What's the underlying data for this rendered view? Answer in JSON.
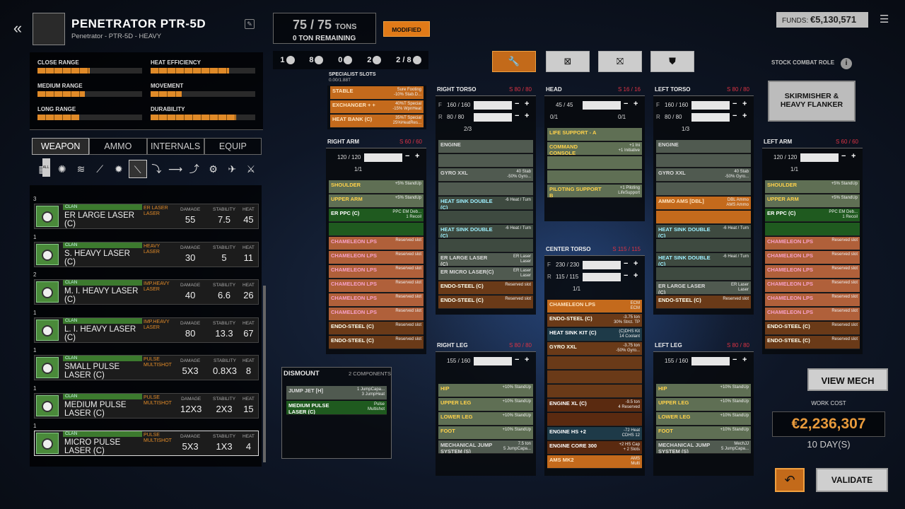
{
  "header": {
    "mech_name": "PENETRATOR PTR-5D",
    "mech_sub": "Penetrator - PTR-5D - HEAVY",
    "tons": "75 / 75",
    "tons_unit": "TONS",
    "tons_remaining": "0 TON REMAINING",
    "modified": "MODIFIED",
    "hardpoints": [
      {
        "value": "1",
        "icon": "ballistic-icon"
      },
      {
        "value": "8",
        "icon": "energy-icon"
      },
      {
        "value": "0",
        "icon": "missile-icon"
      },
      {
        "value": "2",
        "icon": "support-icon"
      },
      {
        "value": "2 / 8",
        "icon": "jumpjet-icon"
      }
    ],
    "funds_label": "FUNDS:",
    "funds": "€5,130,571"
  },
  "stats": [
    {
      "label": "CLOSE RANGE",
      "value": 0.5
    },
    {
      "label": "HEAT EFFICIENCY",
      "value": 0.75
    },
    {
      "label": "MEDIUM RANGE",
      "value": 0.45
    },
    {
      "label": "MOVEMENT",
      "value": 0.3
    },
    {
      "label": "LONG RANGE",
      "value": 0.4
    },
    {
      "label": "DURABILITY",
      "value": 0.82
    }
  ],
  "tabs": [
    "WEAPON",
    "AMMO",
    "INTERNALS",
    "EQUIP"
  ],
  "filter_icons": [
    "all-icon",
    "energy-icon",
    "beam-icon",
    "ballistic-icon",
    "flak-icon",
    "laser-icon",
    "missile-icon",
    "gun-icon",
    "rocket-icon",
    "support-icon",
    "wing-icon",
    "sword-icon"
  ],
  "filter_all": "ALL",
  "weapons": [
    {
      "count": "3",
      "clan": "CLAN",
      "name": "ER LARGE LASER (C)",
      "type": "ER LASER\nLASER",
      "damage": "55",
      "stability": "7.5",
      "heat": "45"
    },
    {
      "count": "1",
      "clan": "CLAN",
      "name": "S. HEAVY LASER (C)",
      "type": "HEAVY LASER",
      "damage": "30",
      "stability": "5",
      "heat": "11"
    },
    {
      "count": "2",
      "clan": "CLAN",
      "name": "M. I. HEAVY LASER (C)",
      "type": "IMP.HEAVY\nLASER",
      "damage": "40",
      "stability": "6.6",
      "heat": "26"
    },
    {
      "count": "1",
      "clan": "CLAN",
      "name": "L. I. HEAVY LASER (C)",
      "type": "IMP.HEAVY\nLASER",
      "damage": "80",
      "stability": "13.3",
      "heat": "67"
    },
    {
      "count": "1",
      "clan": "CLAN",
      "name": "SMALL PULSE LASER (C)",
      "type": "PULSE\nMULTISHOT",
      "damage": "5X3",
      "stability": "0.8X3",
      "heat": "8"
    },
    {
      "count": "1",
      "clan": "CLAN",
      "name": "MEDIUM PULSE LASER (C)",
      "type": "PULSE\nMULTISHOT",
      "damage": "12X3",
      "stability": "2X3",
      "heat": "15"
    },
    {
      "count": "1",
      "clan": "CLAN",
      "name": "MICRO PULSE LASER (C)",
      "type": "PULSE\nMULTISHOT",
      "damage": "5X3",
      "stability": "1X3",
      "heat": "4"
    }
  ],
  "col_labels": {
    "damage": "DAMAGE",
    "stability": "STABILITY",
    "heat": "HEAT"
  },
  "specialist": {
    "title": "SPECIALIST SLOTS",
    "sub": "0.00/1.88T",
    "slots": [
      {
        "name": "STABLE",
        "desc": "Sure Footing\n-10% Stab.D..."
      },
      {
        "name": "EXCHANGER + +",
        "desc": "40%T Special\n-15% WpnHeat"
      },
      {
        "name": "HEAT BANK (C)",
        "desc": "35%T Special\n25%HeatRes..."
      }
    ]
  },
  "toolbar": [
    "wrench-icon",
    "x-box-icon",
    "x-shield-icon",
    "shield-icon"
  ],
  "stock_role_label": "STOCK COMBAT ROLE",
  "stock_role": "SKIRMISHER &\nHEAVY FLANKER",
  "dismount": {
    "title": "DISMOUNT",
    "count": "2 COMPONENTS",
    "items": [
      {
        "name": "JUMP JET [H]",
        "desc": "1 JumpCapa...\n3 JumpHeat"
      },
      {
        "name": "MEDIUM PULSE LASER (C)",
        "desc": "Pulse\nMultishot"
      }
    ]
  },
  "view_mech": "VIEW MECH",
  "work_cost_label": "WORK COST",
  "work_cost": "€2,236,307",
  "days": "10 DAY(S)",
  "validate": "VALIDATE",
  "components": {
    "right_arm": {
      "title": "RIGHT ARM",
      "armor": "S 60 / 60",
      "front": "120 / 120",
      "hp": "1/1",
      "slots": [
        {
          "n": "SHOULDER",
          "d": "+5% StandUp",
          "c": "s-green"
        },
        {
          "n": "UPPER ARM",
          "d": "+5% StandUp",
          "c": "s-green"
        },
        {
          "n": "ER PPC (C)",
          "d": "PPC EM Deb...\n1 Recoil",
          "c": "s-dkgreen"
        },
        {
          "n": "",
          "d": "",
          "c": "s-dkgreen"
        },
        {
          "n": "CHAMELEON LPS",
          "d": "Reserved slot",
          "c": "s-pink"
        },
        {
          "n": "CHAMELEON LPS",
          "d": "Reserved slot",
          "c": "s-pink"
        },
        {
          "n": "CHAMELEON LPS",
          "d": "Reserved slot",
          "c": "s-pink"
        },
        {
          "n": "CHAMELEON LPS",
          "d": "Reserved slot",
          "c": "s-pink"
        },
        {
          "n": "CHAMELEON LPS",
          "d": "Reserved slot",
          "c": "s-pink"
        },
        {
          "n": "CHAMELEON LPS",
          "d": "Reserved slot",
          "c": "s-pink"
        },
        {
          "n": "ENDO-STEEL (C)",
          "d": "Reserved slot",
          "c": "s-brown"
        },
        {
          "n": "ENDO-STEEL (C)",
          "d": "Reserved slot",
          "c": "s-brown"
        }
      ]
    },
    "right_torso": {
      "title": "RIGHT TORSO",
      "armor": "S 80 / 80",
      "front": "160 / 160",
      "rear": "80 / 80",
      "hp": "2/3",
      "slots": [
        {
          "n": "ENGINE",
          "d": "",
          "c": "s-empty"
        },
        {
          "n": "",
          "d": "",
          "c": "s-empty"
        },
        {
          "n": "GYRO XXL",
          "d": "40 Stab\n-50% Gyro...",
          "c": "s-empty"
        },
        {
          "n": "",
          "d": "",
          "c": "s-empty"
        },
        {
          "n": "HEAT SINK DOUBLE (C)",
          "d": "-6 Heat / Turn",
          "c": "s-gray"
        },
        {
          "n": "",
          "d": "",
          "c": "s-gray"
        },
        {
          "n": "HEAT SINK DOUBLE (C)",
          "d": "-6 Heat / Turn",
          "c": "s-gray"
        },
        {
          "n": "",
          "d": "",
          "c": "s-gray"
        },
        {
          "n": "ER LARGE LASER (C)",
          "d": "ER Laser\nLaser",
          "c": "s-empty"
        },
        {
          "n": "ER MICRO LASER(C)",
          "d": "ER Laser\nLaser",
          "c": "s-empty"
        },
        {
          "n": "ENDO-STEEL (C)",
          "d": "Reserved slot",
          "c": "s-brown"
        },
        {
          "n": "ENDO-STEEL (C)",
          "d": "Reserved slot",
          "c": "s-brown"
        }
      ]
    },
    "head": {
      "title": "HEAD",
      "armor": "S 16 / 16",
      "front": "45 / 45",
      "hp1": "0/1",
      "hp2": "0/1",
      "slots": [
        {
          "n": "LIFE SUPPORT - A",
          "d": "",
          "c": "s-green"
        },
        {
          "n": "COMMAND CONSOLE",
          "d": "+1 Ini\n+1 Initiative",
          "c": "s-green"
        },
        {
          "n": "",
          "d": "",
          "c": "s-green"
        },
        {
          "n": "",
          "d": "",
          "c": "s-green"
        },
        {
          "n": "PILOTING SUPPORT B",
          "d": "+1 Piloting\nLifeSupport",
          "c": "s-green"
        }
      ]
    },
    "left_torso": {
      "title": "LEFT TORSO",
      "armor": "S 80 / 80",
      "front": "160 / 160",
      "rear": "80 / 80",
      "hp": "1/3",
      "slots": [
        {
          "n": "ENGINE",
          "d": "",
          "c": "s-empty"
        },
        {
          "n": "",
          "d": "",
          "c": "s-empty"
        },
        {
          "n": "GYRO XXL",
          "d": "40 Stab\n-50% Gyro...",
          "c": "s-empty"
        },
        {
          "n": "",
          "d": "",
          "c": "s-empty"
        },
        {
          "n": "AMMO AMS [DBL]",
          "d": "DBL Ammo\nAMS Ammo",
          "c": "s-orange"
        },
        {
          "n": "",
          "d": "",
          "c": "s-orange"
        },
        {
          "n": "HEAT SINK DOUBLE (C)",
          "d": "-6 Heat / Turn",
          "c": "s-gray"
        },
        {
          "n": "",
          "d": "",
          "c": "s-gray"
        },
        {
          "n": "HEAT SINK DOUBLE (C)",
          "d": "-6 Heat / Turn",
          "c": "s-gray"
        },
        {
          "n": "",
          "d": "",
          "c": "s-gray"
        },
        {
          "n": "ER LARGE LASER (C)",
          "d": "ER Laser\nLaser",
          "c": "s-empty"
        },
        {
          "n": "ENDO-STEEL (C)",
          "d": "Reserved slot",
          "c": "s-brown"
        }
      ]
    },
    "left_arm": {
      "title": "LEFT ARM",
      "armor": "S 60 / 60",
      "front": "120 / 120",
      "hp": "1/1",
      "slots": [
        {
          "n": "SHOULDER",
          "d": "+5% StandUp",
          "c": "s-green"
        },
        {
          "n": "UPPER ARM",
          "d": "+5% StandUp",
          "c": "s-green"
        },
        {
          "n": "ER PPC (C)",
          "d": "PPC EM Deb...\n1 Recoil",
          "c": "s-dkgreen"
        },
        {
          "n": "",
          "d": "",
          "c": "s-dkgreen"
        },
        {
          "n": "CHAMELEON LPS",
          "d": "Reserved slot",
          "c": "s-pink"
        },
        {
          "n": "CHAMELEON LPS",
          "d": "Reserved slot",
          "c": "s-pink"
        },
        {
          "n": "CHAMELEON LPS",
          "d": "Reserved slot",
          "c": "s-pink"
        },
        {
          "n": "CHAMELEON LPS",
          "d": "Reserved slot",
          "c": "s-pink"
        },
        {
          "n": "CHAMELEON LPS",
          "d": "Reserved slot",
          "c": "s-pink"
        },
        {
          "n": "CHAMELEON LPS",
          "d": "Reserved slot",
          "c": "s-pink"
        },
        {
          "n": "ENDO-STEEL (C)",
          "d": "Reserved slot",
          "c": "s-brown"
        },
        {
          "n": "ENDO-STEEL (C)",
          "d": "Reserved slot",
          "c": "s-brown"
        }
      ]
    },
    "center_torso": {
      "title": "CENTER TORSO",
      "armor": "S 115 / 115",
      "front": "230 / 230",
      "rear": "115 / 115",
      "hp": "1/1",
      "slots": [
        {
          "n": "CHAMELEON LPS",
          "d": "ECM\nECM",
          "c": "s-orange"
        },
        {
          "n": "ENDO-STEEL (C)",
          "d": "-3.75 ton\n30% Strct. TP",
          "c": "s-brown"
        },
        {
          "n": "HEAT SINK KIT (C)",
          "d": "(C)DHS Kit\n14 Coolant",
          "c": "s-blue"
        },
        {
          "n": "GYRO XXL",
          "d": "-3.75 ton\n-50% Gyro...",
          "c": "s-brown"
        },
        {
          "n": "",
          "d": "",
          "c": "s-brown"
        },
        {
          "n": "",
          "d": "",
          "c": "s-brown"
        },
        {
          "n": "",
          "d": "",
          "c": "s-brown"
        },
        {
          "n": "ENGINE XL (C)",
          "d": "-9.5 ton\n4 Reserved",
          "c": "s-red"
        },
        {
          "n": "",
          "d": "",
          "c": "s-red"
        },
        {
          "n": "ENGINE HS +2",
          "d": "-72 Heat\nCDHS 12",
          "c": "s-blue"
        },
        {
          "n": "ENGINE CORE 300",
          "d": "+2 HS Cap\n+ 2 Slots",
          "c": "s-red"
        },
        {
          "n": "AMS MK2",
          "d": "AMS\nMulti",
          "c": "s-orange"
        }
      ]
    },
    "right_leg": {
      "title": "RIGHT LEG",
      "armor": "S 80 / 80",
      "front": "155 / 160",
      "slots": [
        {
          "n": "HIP",
          "d": "+10% StandUp",
          "c": "s-green"
        },
        {
          "n": "UPPER LEG",
          "d": "+10% StandUp",
          "c": "s-green"
        },
        {
          "n": "LOWER LEG",
          "d": "+10% StandUp",
          "c": "s-green"
        },
        {
          "n": "FOOT",
          "d": "+10% StandUp",
          "c": "s-green"
        },
        {
          "n": "MECHANICAL JUMP SYSTEM (S)",
          "d": "7.5 ton\n5 JumpCapa...",
          "c": "s-empty"
        }
      ]
    },
    "left_leg": {
      "title": "LEFT LEG",
      "armor": "S 80 / 80",
      "front": "155 / 160",
      "slots": [
        {
          "n": "HIP",
          "d": "+10% StandUp",
          "c": "s-green"
        },
        {
          "n": "UPPER LEG",
          "d": "+10% StandUp",
          "c": "s-green"
        },
        {
          "n": "LOWER LEG",
          "d": "+10% StandUp",
          "c": "s-green"
        },
        {
          "n": "FOOT",
          "d": "+10% StandUp",
          "c": "s-green"
        },
        {
          "n": "MECHANICAL JUMP SYSTEM (S)",
          "d": "MechJJ\n5 JumpCapa...",
          "c": "s-empty"
        }
      ]
    }
  }
}
